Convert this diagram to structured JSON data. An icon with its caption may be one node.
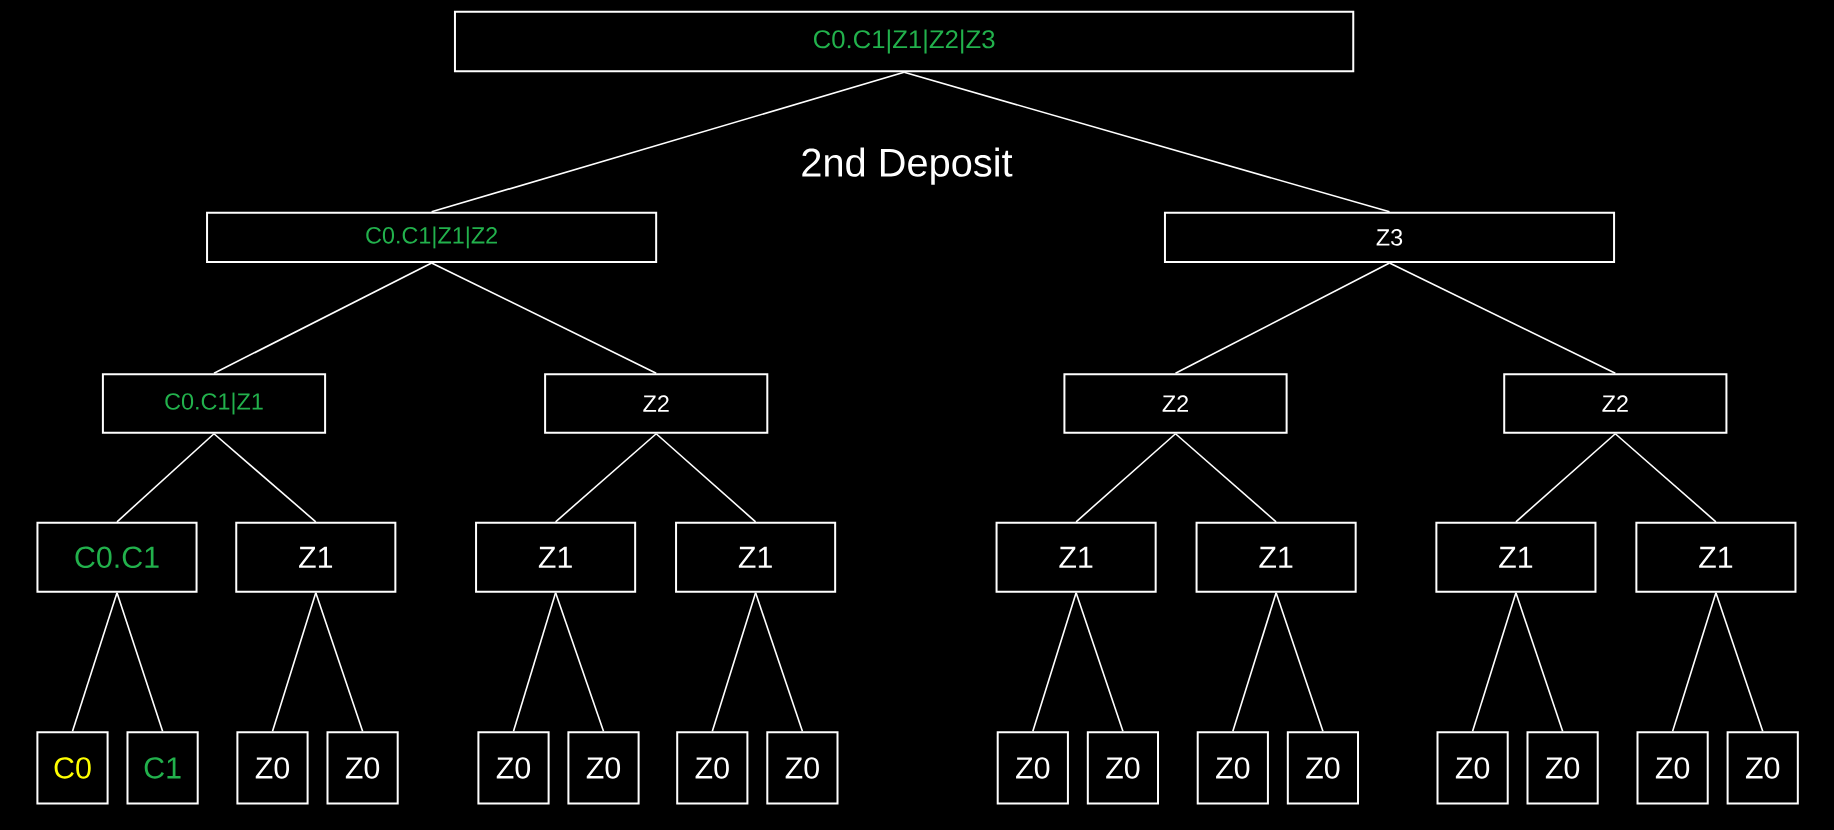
{
  "diagram": {
    "nodes": [
      {
        "text": [
          "C0.C1|Z1|Z2|Z3"
        ]
      },
      {
        "text": [
          "C0.C1|Z1|Z2"
        ]
      },
      {
        "text": [
          "Z3"
        ]
      },
      {
        "text": [
          "C0.C1|Z1"
        ]
      },
      {
        "text": [
          "Z2"
        ]
      },
      {
        "text": [
          "Z2"
        ]
      },
      {
        "text": [
          "Z2"
        ]
      },
      {
        "text": [
          "C0.C1"
        ]
      },
      {
        "text": [
          "Z1"
        ]
      },
      {
        "text": [
          "Z1"
        ]
      },
      {
        "text": [
          "Z1"
        ]
      },
      {
        "text": [
          "Z1"
        ]
      },
      {
        "text": [
          "Z1"
        ]
      },
      {
        "text": [
          "Z1"
        ]
      },
      {
        "text": [
          "Z1"
        ]
      },
      {
        "text": [
          "C0"
        ]
      },
      {
        "text": [
          "C1"
        ]
      },
      {
        "text": [
          "Z0"
        ]
      },
      {
        "text": [
          "Z0"
        ]
      },
      {
        "text": [
          "Z0"
        ]
      },
      {
        "text": [
          "Z0"
        ]
      },
      {
        "text": [
          "Z0"
        ]
      },
      {
        "text": [
          "Z0"
        ]
      },
      {
        "text": [
          "Z0"
        ]
      },
      {
        "text": [
          "Z0"
        ]
      },
      {
        "text": [
          "Z0"
        ]
      },
      {
        "text": [
          "Z0"
        ]
      },
      {
        "text": [
          "Z0"
        ]
      },
      {
        "text": [
          "Z0"
        ]
      },
      {
        "text": [
          "Z0"
        ]
      },
      {
        "text": [
          "Z0"
        ]
      }
    ],
    "edges": [
      {
        "from": 0,
        "to": 1,
        "arrow": "none"
      },
      {
        "from": 0,
        "to": 2,
        "arrow": "none"
      },
      {
        "from": 1,
        "to": 3,
        "arrow": "none"
      },
      {
        "from": 1,
        "to": 4,
        "arrow": "none"
      },
      {
        "from": 2,
        "to": 5,
        "arrow": "none"
      },
      {
        "from": 2,
        "to": 6,
        "arrow": "none"
      },
      {
        "from": 3,
        "to": 7,
        "arrow": "none"
      },
      {
        "from": 3,
        "to": 8,
        "arrow": "none"
      },
      {
        "from": 4,
        "to": 9,
        "arrow": "none"
      },
      {
        "from": 4,
        "to": 10,
        "arrow": "none"
      },
      {
        "from": 5,
        "to": 11,
        "arrow": "none"
      },
      {
        "from": 5,
        "to": 12,
        "arrow": "none"
      },
      {
        "from": 6,
        "to": 13,
        "arrow": "none"
      },
      {
        "from": 6,
        "to": 14,
        "arrow": "none"
      },
      {
        "from": 7,
        "to": 15,
        "arrow": "none"
      },
      {
        "from": 7,
        "to": 16,
        "arrow": "none"
      },
      {
        "from": 8,
        "to": 17,
        "arrow": "none"
      },
      {
        "from": 8,
        "to": 18,
        "arrow": "none"
      },
      {
        "from": 9,
        "to": 19,
        "arrow": "none"
      },
      {
        "from": 9,
        "to": 20,
        "arrow": "none"
      },
      {
        "from": 10,
        "to": 21,
        "arrow": "none"
      },
      {
        "from": 10,
        "to": 22,
        "arrow": "none"
      },
      {
        "from": 11,
        "to": 23,
        "arrow": "none"
      },
      {
        "from": 11,
        "to": 24,
        "arrow": "none"
      },
      {
        "from": 12,
        "to": 25,
        "arrow": "none"
      },
      {
        "from": 12,
        "to": 26,
        "arrow": "none"
      },
      {
        "from": 13,
        "to": 27,
        "arrow": "none"
      },
      {
        "from": 13,
        "to": 28,
        "arrow": "none"
      },
      {
        "from": 14,
        "to": 29,
        "arrow": "none"
      },
      {
        "from": 14,
        "to": 30,
        "arrow": "none"
      }
    ],
    "labels": [
      "2nd Deposit"
    ]
  }
}
